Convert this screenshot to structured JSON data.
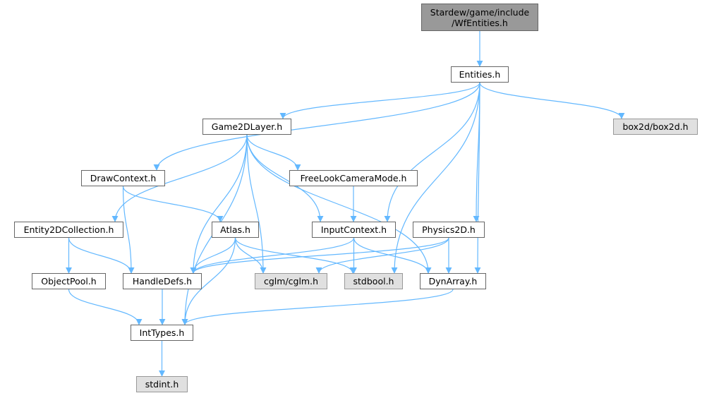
{
  "diagram": {
    "type": "include-dependency-graph",
    "edge_color": "#63b8ff",
    "node_colors": {
      "root_fill": "#999999",
      "file_fill": "#ffffff",
      "external_fill": "#e0e0e0",
      "border": "#666666"
    },
    "nodes": [
      {
        "id": "wfentities",
        "label": "Stardew/game/include\n/WfEntities.h",
        "kind": "root"
      },
      {
        "id": "entities",
        "label": "Entities.h",
        "kind": "file"
      },
      {
        "id": "box2d",
        "label": "box2d/box2d.h",
        "kind": "external"
      },
      {
        "id": "game2dlayer",
        "label": "Game2DLayer.h",
        "kind": "file"
      },
      {
        "id": "drawcontext",
        "label": "DrawContext.h",
        "kind": "file"
      },
      {
        "id": "freelook",
        "label": "FreeLookCameraMode.h",
        "kind": "file"
      },
      {
        "id": "entity2dcollection",
        "label": "Entity2DCollection.h",
        "kind": "file"
      },
      {
        "id": "atlas",
        "label": "Atlas.h",
        "kind": "file"
      },
      {
        "id": "inputcontext",
        "label": "InputContext.h",
        "kind": "file"
      },
      {
        "id": "physics2d",
        "label": "Physics2D.h",
        "kind": "file"
      },
      {
        "id": "objectpool",
        "label": "ObjectPool.h",
        "kind": "file"
      },
      {
        "id": "handledefs",
        "label": "HandleDefs.h",
        "kind": "file"
      },
      {
        "id": "cglm",
        "label": "cglm/cglm.h",
        "kind": "external"
      },
      {
        "id": "stdbool",
        "label": "stdbool.h",
        "kind": "external"
      },
      {
        "id": "dynarray",
        "label": "DynArray.h",
        "kind": "file"
      },
      {
        "id": "inttypes",
        "label": "IntTypes.h",
        "kind": "file"
      },
      {
        "id": "stdint",
        "label": "stdint.h",
        "kind": "external"
      }
    ],
    "edges": [
      {
        "from": "wfentities",
        "to": "entities"
      },
      {
        "from": "entities",
        "to": "game2dlayer"
      },
      {
        "from": "entities",
        "to": "drawcontext"
      },
      {
        "from": "entities",
        "to": "box2d"
      },
      {
        "from": "entities",
        "to": "inputcontext"
      },
      {
        "from": "entities",
        "to": "physics2d"
      },
      {
        "from": "entities",
        "to": "stdbool"
      },
      {
        "from": "entities",
        "to": "dynarray"
      },
      {
        "from": "game2dlayer",
        "to": "entity2dcollection"
      },
      {
        "from": "game2dlayer",
        "to": "inttypes"
      },
      {
        "from": "game2dlayer",
        "to": "handledefs"
      },
      {
        "from": "game2dlayer",
        "to": "cglm"
      },
      {
        "from": "game2dlayer",
        "to": "inputcontext"
      },
      {
        "from": "game2dlayer",
        "to": "freelook"
      },
      {
        "from": "game2dlayer",
        "to": "dynarray"
      },
      {
        "from": "drawcontext",
        "to": "atlas"
      },
      {
        "from": "drawcontext",
        "to": "handledefs"
      },
      {
        "from": "freelook",
        "to": "inputcontext"
      },
      {
        "from": "entity2dcollection",
        "to": "objectpool"
      },
      {
        "from": "entity2dcollection",
        "to": "handledefs"
      },
      {
        "from": "atlas",
        "to": "handledefs"
      },
      {
        "from": "atlas",
        "to": "inttypes"
      },
      {
        "from": "atlas",
        "to": "cglm"
      },
      {
        "from": "atlas",
        "to": "stdbool"
      },
      {
        "from": "inputcontext",
        "to": "handledefs"
      },
      {
        "from": "inputcontext",
        "to": "stdbool"
      },
      {
        "from": "inputcontext",
        "to": "dynarray"
      },
      {
        "from": "physics2d",
        "to": "handledefs"
      },
      {
        "from": "physics2d",
        "to": "cglm"
      },
      {
        "from": "physics2d",
        "to": "dynarray"
      },
      {
        "from": "objectpool",
        "to": "inttypes"
      },
      {
        "from": "handledefs",
        "to": "inttypes"
      },
      {
        "from": "dynarray",
        "to": "inttypes"
      },
      {
        "from": "inttypes",
        "to": "stdint"
      }
    ]
  }
}
